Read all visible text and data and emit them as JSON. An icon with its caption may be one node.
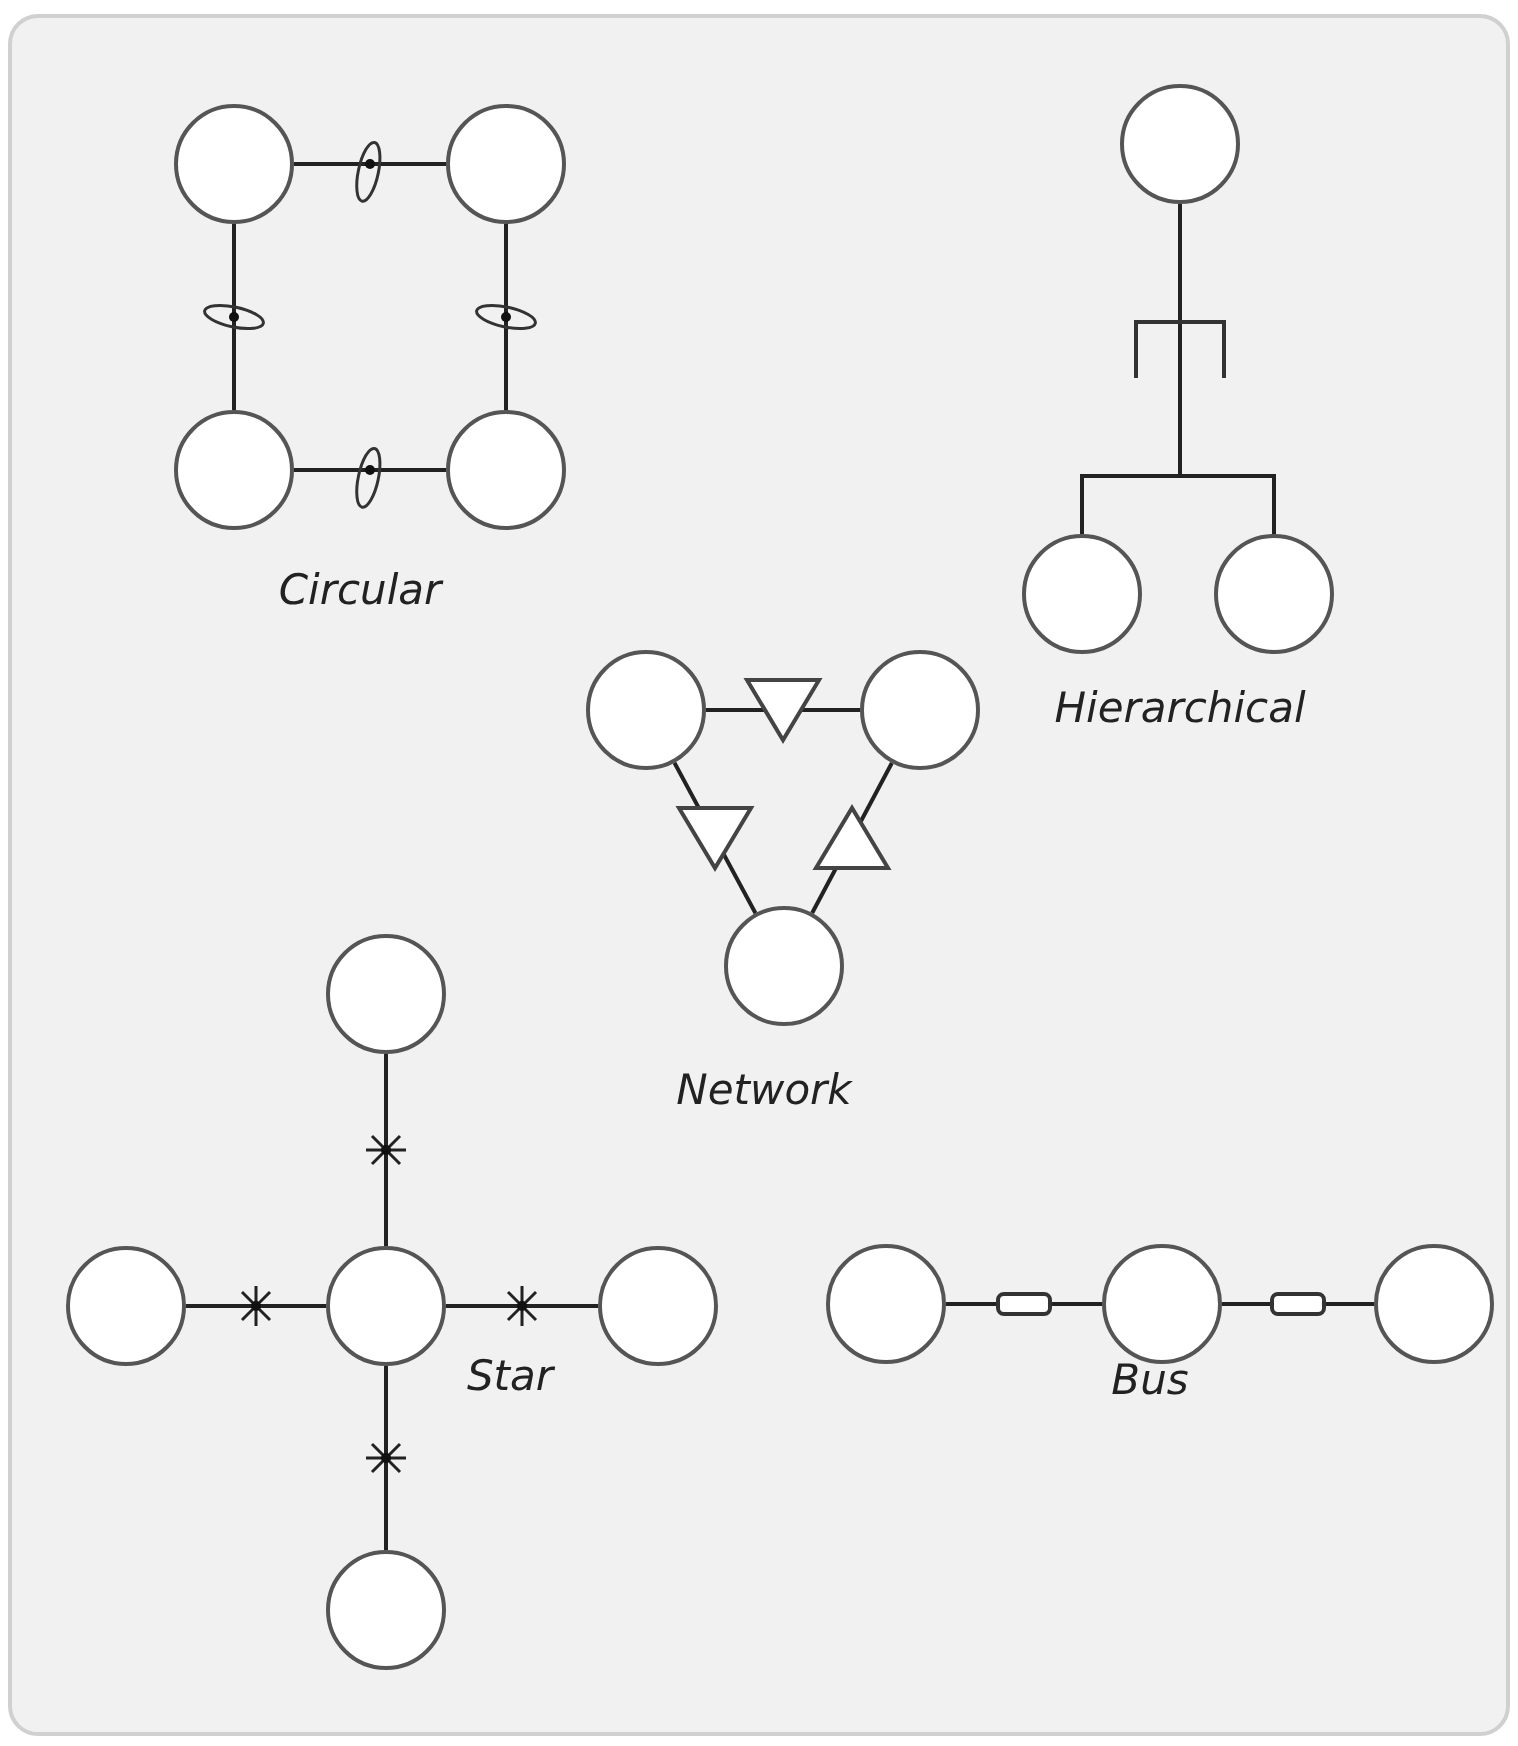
{
  "diagram": {
    "nodes": [
      {
        "text": [],
        "shape": "circle"
      },
      {
        "text": [],
        "shape": "circle"
      },
      {
        "text": [],
        "shape": "circle"
      },
      {
        "text": [],
        "shape": "circle"
      },
      {
        "text": [],
        "shape": "circle"
      },
      {
        "text": [],
        "shape": "circle"
      },
      {
        "text": [],
        "shape": "circle"
      },
      {
        "text": [],
        "shape": "circle"
      },
      {
        "text": [],
        "shape": "circle"
      },
      {
        "text": [],
        "shape": "circle"
      },
      {
        "text": [],
        "shape": "circle"
      },
      {
        "text": [],
        "shape": "circle"
      },
      {
        "text": [],
        "shape": "circle"
      },
      {
        "text": [],
        "shape": "circle"
      },
      {
        "text": [],
        "shape": "circle"
      },
      {
        "text": [],
        "shape": "circle"
      },
      {
        "text": [],
        "shape": "circle"
      },
      {
        "text": [],
        "shape": "circle"
      }
    ],
    "edges": [
      {
        "from": 0,
        "to": 1,
        "arrow": "none"
      },
      {
        "from": 0,
        "to": 2,
        "arrow": "none"
      },
      {
        "from": 1,
        "to": 3,
        "arrow": "none"
      },
      {
        "from": 2,
        "to": 3,
        "arrow": "none"
      },
      {
        "from": 4,
        "to": 5,
        "arrow": "none"
      },
      {
        "from": 4,
        "to": 6,
        "arrow": "none"
      },
      {
        "from": 7,
        "to": 8,
        "arrow": "none"
      },
      {
        "from": 7,
        "to": 9,
        "arrow": "none"
      },
      {
        "from": 9,
        "to": 8,
        "arrow": "none"
      },
      {
        "from": 10,
        "to": 12,
        "arrow": "none"
      },
      {
        "from": 11,
        "to": 12,
        "arrow": "none"
      },
      {
        "from": 12,
        "to": 13,
        "arrow": "none"
      },
      {
        "from": 12,
        "to": 14,
        "arrow": "none"
      },
      {
        "from": 15,
        "to": 16,
        "arrow": "none"
      },
      {
        "from": 16,
        "to": 17,
        "arrow": "none"
      }
    ],
    "labels": [
      "Circular",
      "Hierarchical",
      "Network",
      "Star",
      "Bus"
    ]
  }
}
